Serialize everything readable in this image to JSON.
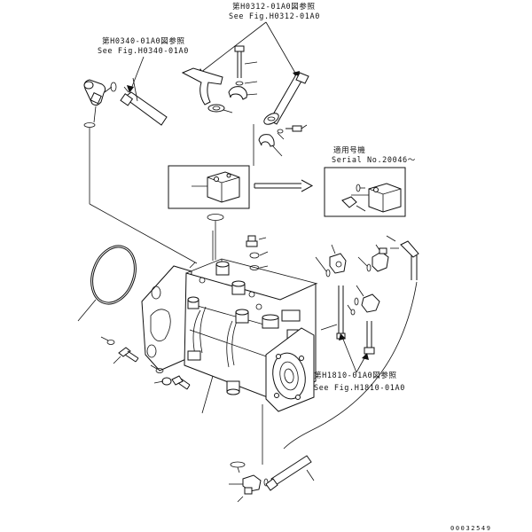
{
  "callouts": {
    "top": {
      "jp": "第H0312-01A0図参照",
      "en": "See Fig.H0312-01A0"
    },
    "left": {
      "jp": "第H0340-01A0図参照",
      "en": "See Fig.H0340-01A0"
    },
    "serial": {
      "jp": "適用号機",
      "en": "Serial No.20046～"
    },
    "right": {
      "jp": "第H1810-01A0図参照",
      "en": "See Fig.H1810-01A0"
    }
  },
  "figure_number": "00032549"
}
